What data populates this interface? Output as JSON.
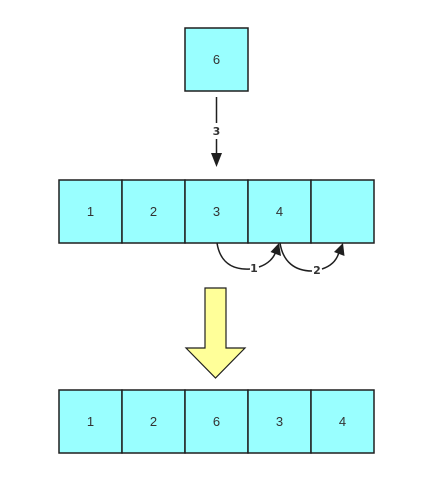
{
  "new_element": {
    "value": "6"
  },
  "before_array": {
    "cells": [
      "1",
      "2",
      "3",
      "4",
      ""
    ]
  },
  "after_array": {
    "cells": [
      "1",
      "2",
      "6",
      "3",
      "4"
    ]
  },
  "steps": {
    "shift_3": "1",
    "shift_4": "2",
    "insert": "3"
  },
  "colors": {
    "cell_fill": "#99ffff",
    "transition_arrow_fill": "#ffff99",
    "stroke": "#1f1f1f"
  }
}
